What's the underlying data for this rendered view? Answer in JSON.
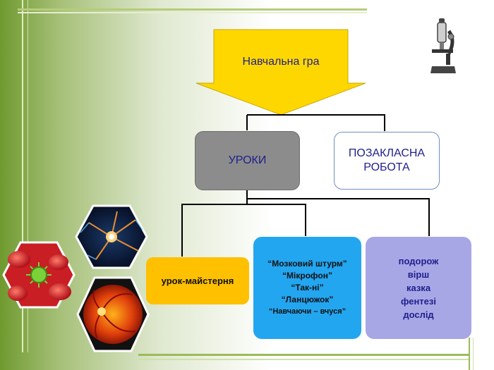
{
  "diagram": {
    "root": {
      "label": "Навчальна гра"
    },
    "level1": {
      "left": {
        "label": "УРОКИ"
      },
      "right": {
        "line1": "ПОЗАКЛАСНА",
        "line2": "РОБОТА"
      }
    },
    "level2": {
      "workshop": {
        "label": "урок-майстерня"
      },
      "games": {
        "items": [
          "“Мозковий штурм”",
          "“Мікрофон”",
          "“Так-ні”",
          "“Ланцюжок”",
          "“Навчаючи – вчуся”"
        ]
      },
      "forms": {
        "items": [
          "подорож",
          "вірш",
          "казка",
          "фентезі",
          "дослід"
        ]
      }
    }
  },
  "colors": {
    "root_fill": "#ffd700",
    "uroky_fill": "#8c8c8c",
    "workshop_fill": "#ffc000",
    "games_fill": "#23a6f0",
    "forms_fill": "#a7a7e6",
    "text_blue": "#1e1e8c"
  },
  "icons": [
    "microscope-icon",
    "neuron-image",
    "blood-cells-image",
    "retina-image"
  ]
}
